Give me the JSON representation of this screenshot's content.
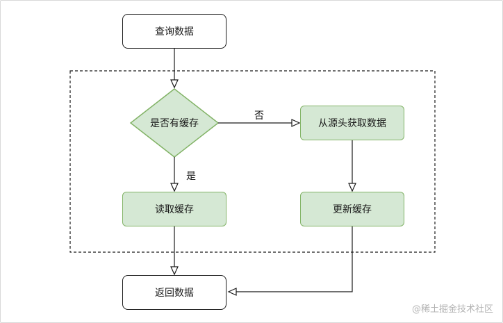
{
  "nodes": {
    "query": "查询数据",
    "has_cache": "是否有缓存",
    "fetch_source": "从源头获取数据",
    "read_cache": "读取缓存",
    "update_cache": "更新缓存",
    "return_data": "返回数据"
  },
  "edges": {
    "no_label": "否",
    "yes_label": "是"
  },
  "colors": {
    "process_fill": "#d5e8d4",
    "process_stroke": "#82b366",
    "terminal_stroke": "#1a1a1a"
  },
  "watermark": "@稀土掘金技术社区"
}
